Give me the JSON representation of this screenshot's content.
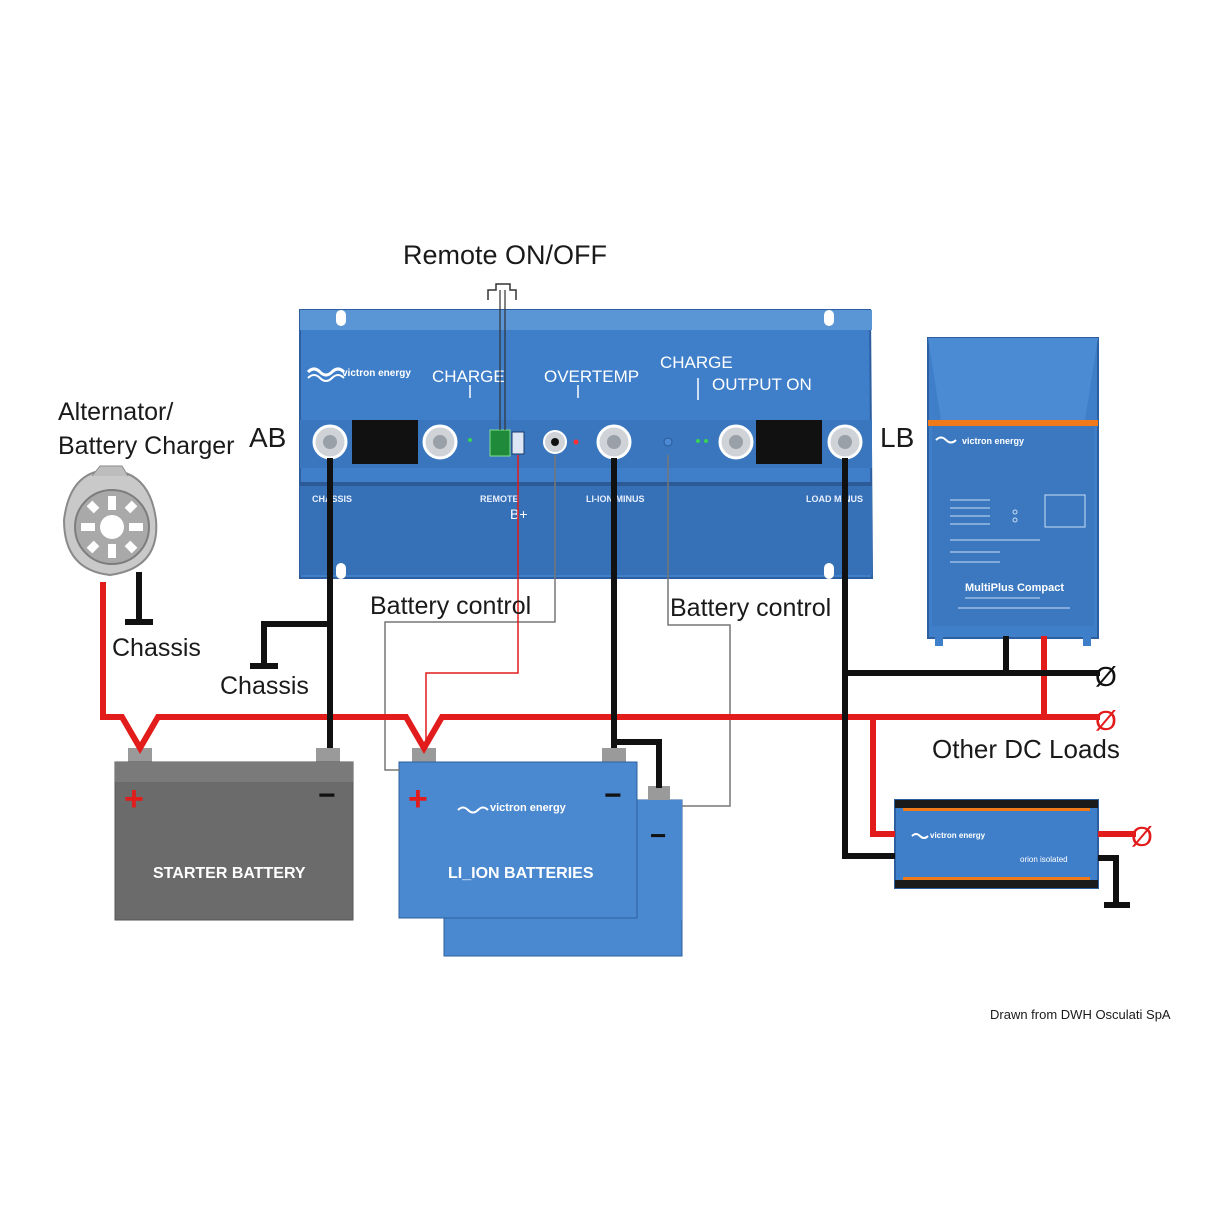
{
  "labels": {
    "remote_on_off": "Remote ON/OFF",
    "alternator_line1": "Alternator/",
    "alternator_line2": "Battery Charger",
    "ab": "AB",
    "lb": "LB",
    "chassis_1": "Chassis",
    "chassis_2": "Chassis",
    "battery_control_1": "Battery control",
    "battery_control_2": "Battery control",
    "other_dc_loads": "Other DC Loads",
    "credit": "Drawn from DWH Osculati SpA"
  },
  "isolator": {
    "brand": "victron energy",
    "led_charge_1": "CHARGE",
    "led_overtemp": "OVERTEMP",
    "led_charge_2": "CHARGE",
    "led_output_on": "OUTPUT ON",
    "term_chassis": "CHASSIS",
    "term_remote": "REMOTE",
    "term_bplus": "B+",
    "term_liion_minus": "LI-ION MINUS",
    "term_load_minus": "LOAD MINUS"
  },
  "multiplus": {
    "brand": "victron energy",
    "model": "MultiPlus Compact"
  },
  "orion": {
    "brand": "victron energy",
    "model": "orion isolated"
  },
  "batteries": {
    "starter": "STARTER BATTERY",
    "liion": "LI_ION BATTERIES",
    "liion_brand": "victron energy",
    "plus": "+",
    "minus": "−"
  },
  "symbols": {
    "fuse_1": "Ø",
    "fuse_2": "Ø",
    "fuse_3": "Ø"
  },
  "colors": {
    "device_blue": "#3f7fc9",
    "battery_blue": "#4a88d0",
    "starter_grey": "#6b6b6b",
    "wire_red": "#e21b1b",
    "wire_black": "#111111",
    "accent_orange": "#f07a1a"
  }
}
